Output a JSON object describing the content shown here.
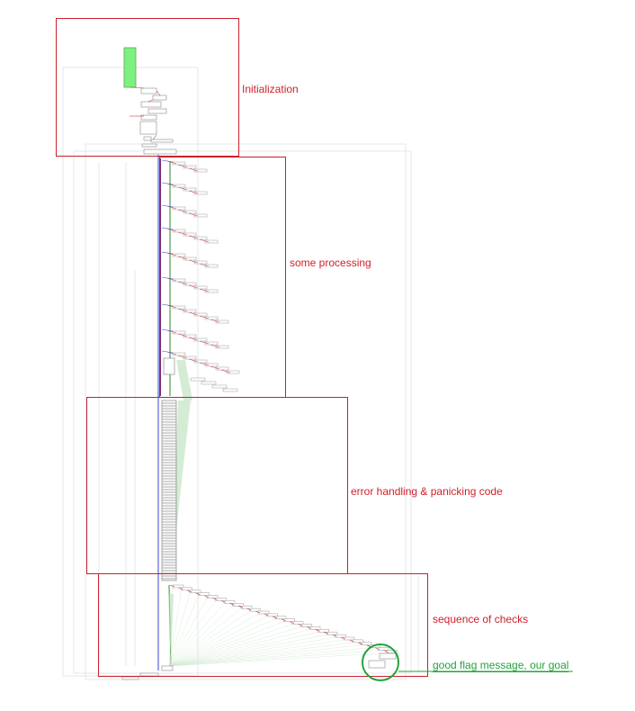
{
  "regions": [
    {
      "label": "Initialization"
    },
    {
      "label": "some processing"
    },
    {
      "label": "error handling & panicking code"
    },
    {
      "label": "sequence of checks"
    }
  ],
  "goal": {
    "label": "good flag message, our goal"
  },
  "colors": {
    "region_border": "#c8202a",
    "region_label": "#d0202a",
    "goal": "#22a33a",
    "entry_block": "#7ef07e",
    "edge_blue": "#3344cc",
    "edge_purple": "#7a2a7a",
    "edge_green": "#2c8a2c",
    "edge_red": "#cc3333",
    "node_border": "#888888",
    "bg_edges": "#d9dde2"
  }
}
